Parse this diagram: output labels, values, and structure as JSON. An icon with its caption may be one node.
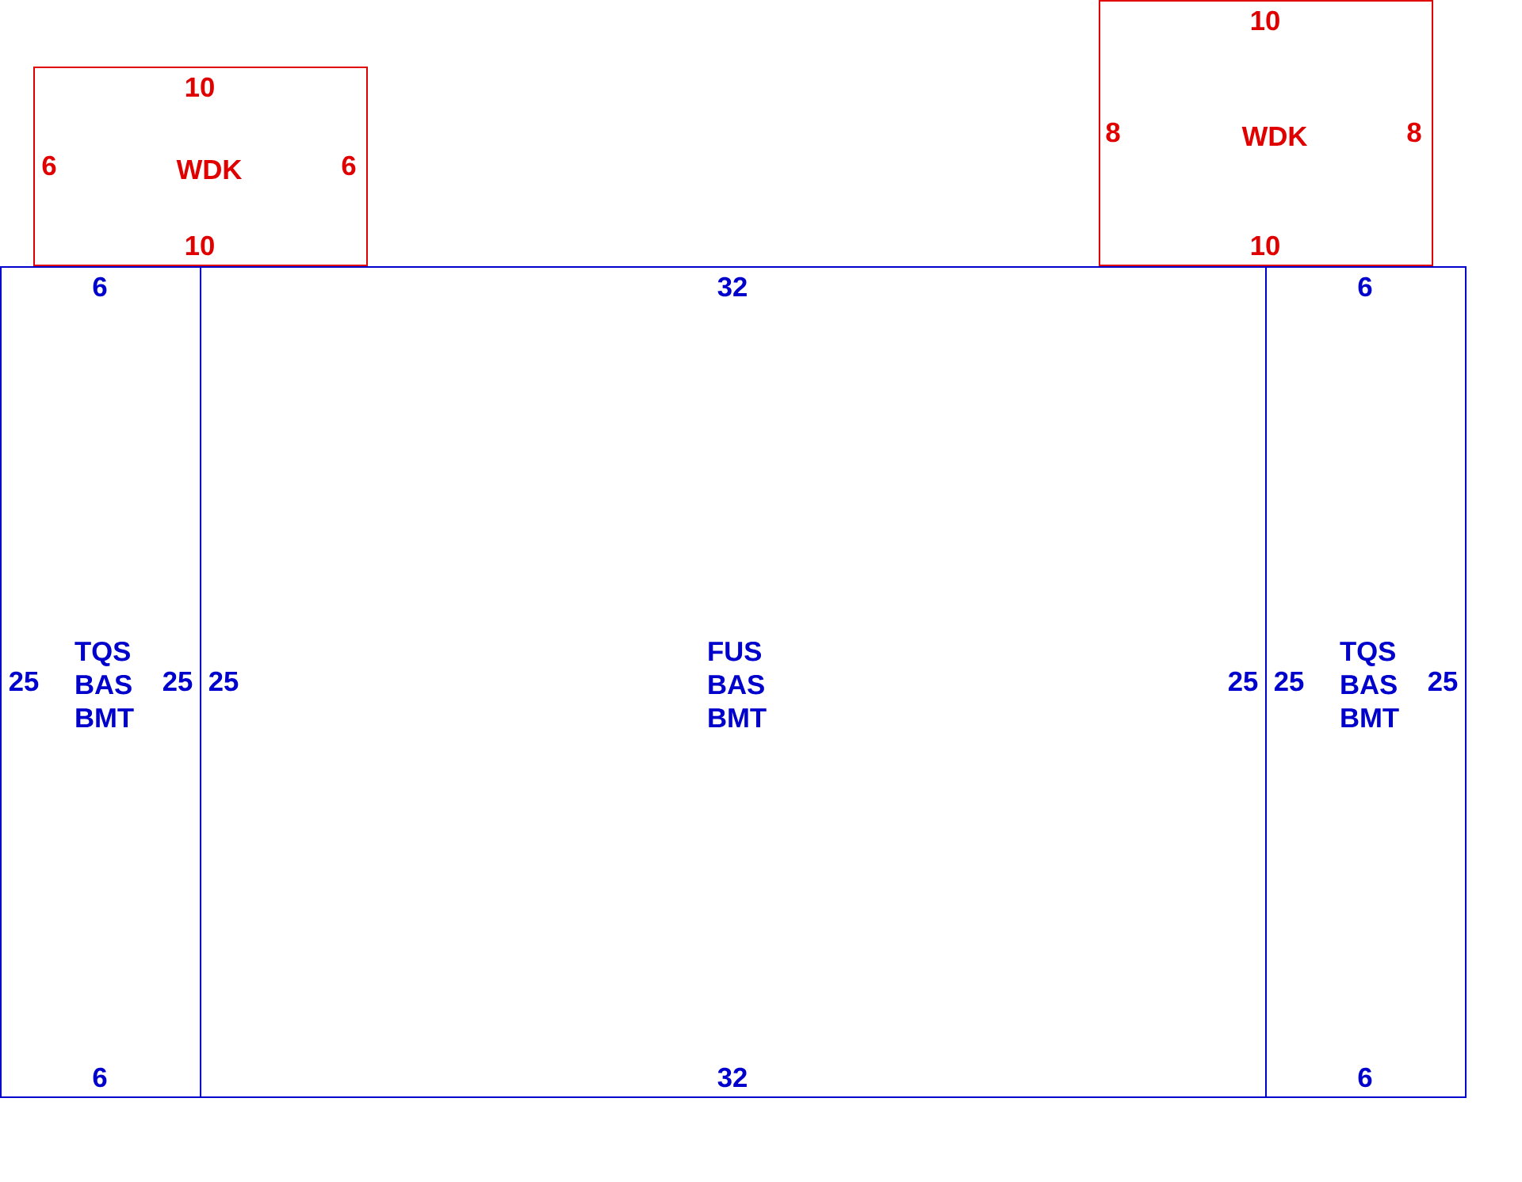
{
  "diagram": {
    "nodes": [
      {
        "text": [
          "10",
          "6",
          "WDK",
          "6",
          "10"
        ]
      },
      {
        "text": [
          "10",
          "8",
          "WDK",
          "8",
          "10"
        ]
      },
      {
        "text": [
          "6",
          "25",
          "TQS BAS BMT",
          "25",
          "6"
        ]
      },
      {
        "text": [
          "32",
          "25",
          "FUS BAS BMT",
          "25",
          "32"
        ]
      },
      {
        "text": [
          "6",
          "25",
          "TQS BAS BMT",
          "25",
          "6"
        ]
      }
    ]
  }
}
